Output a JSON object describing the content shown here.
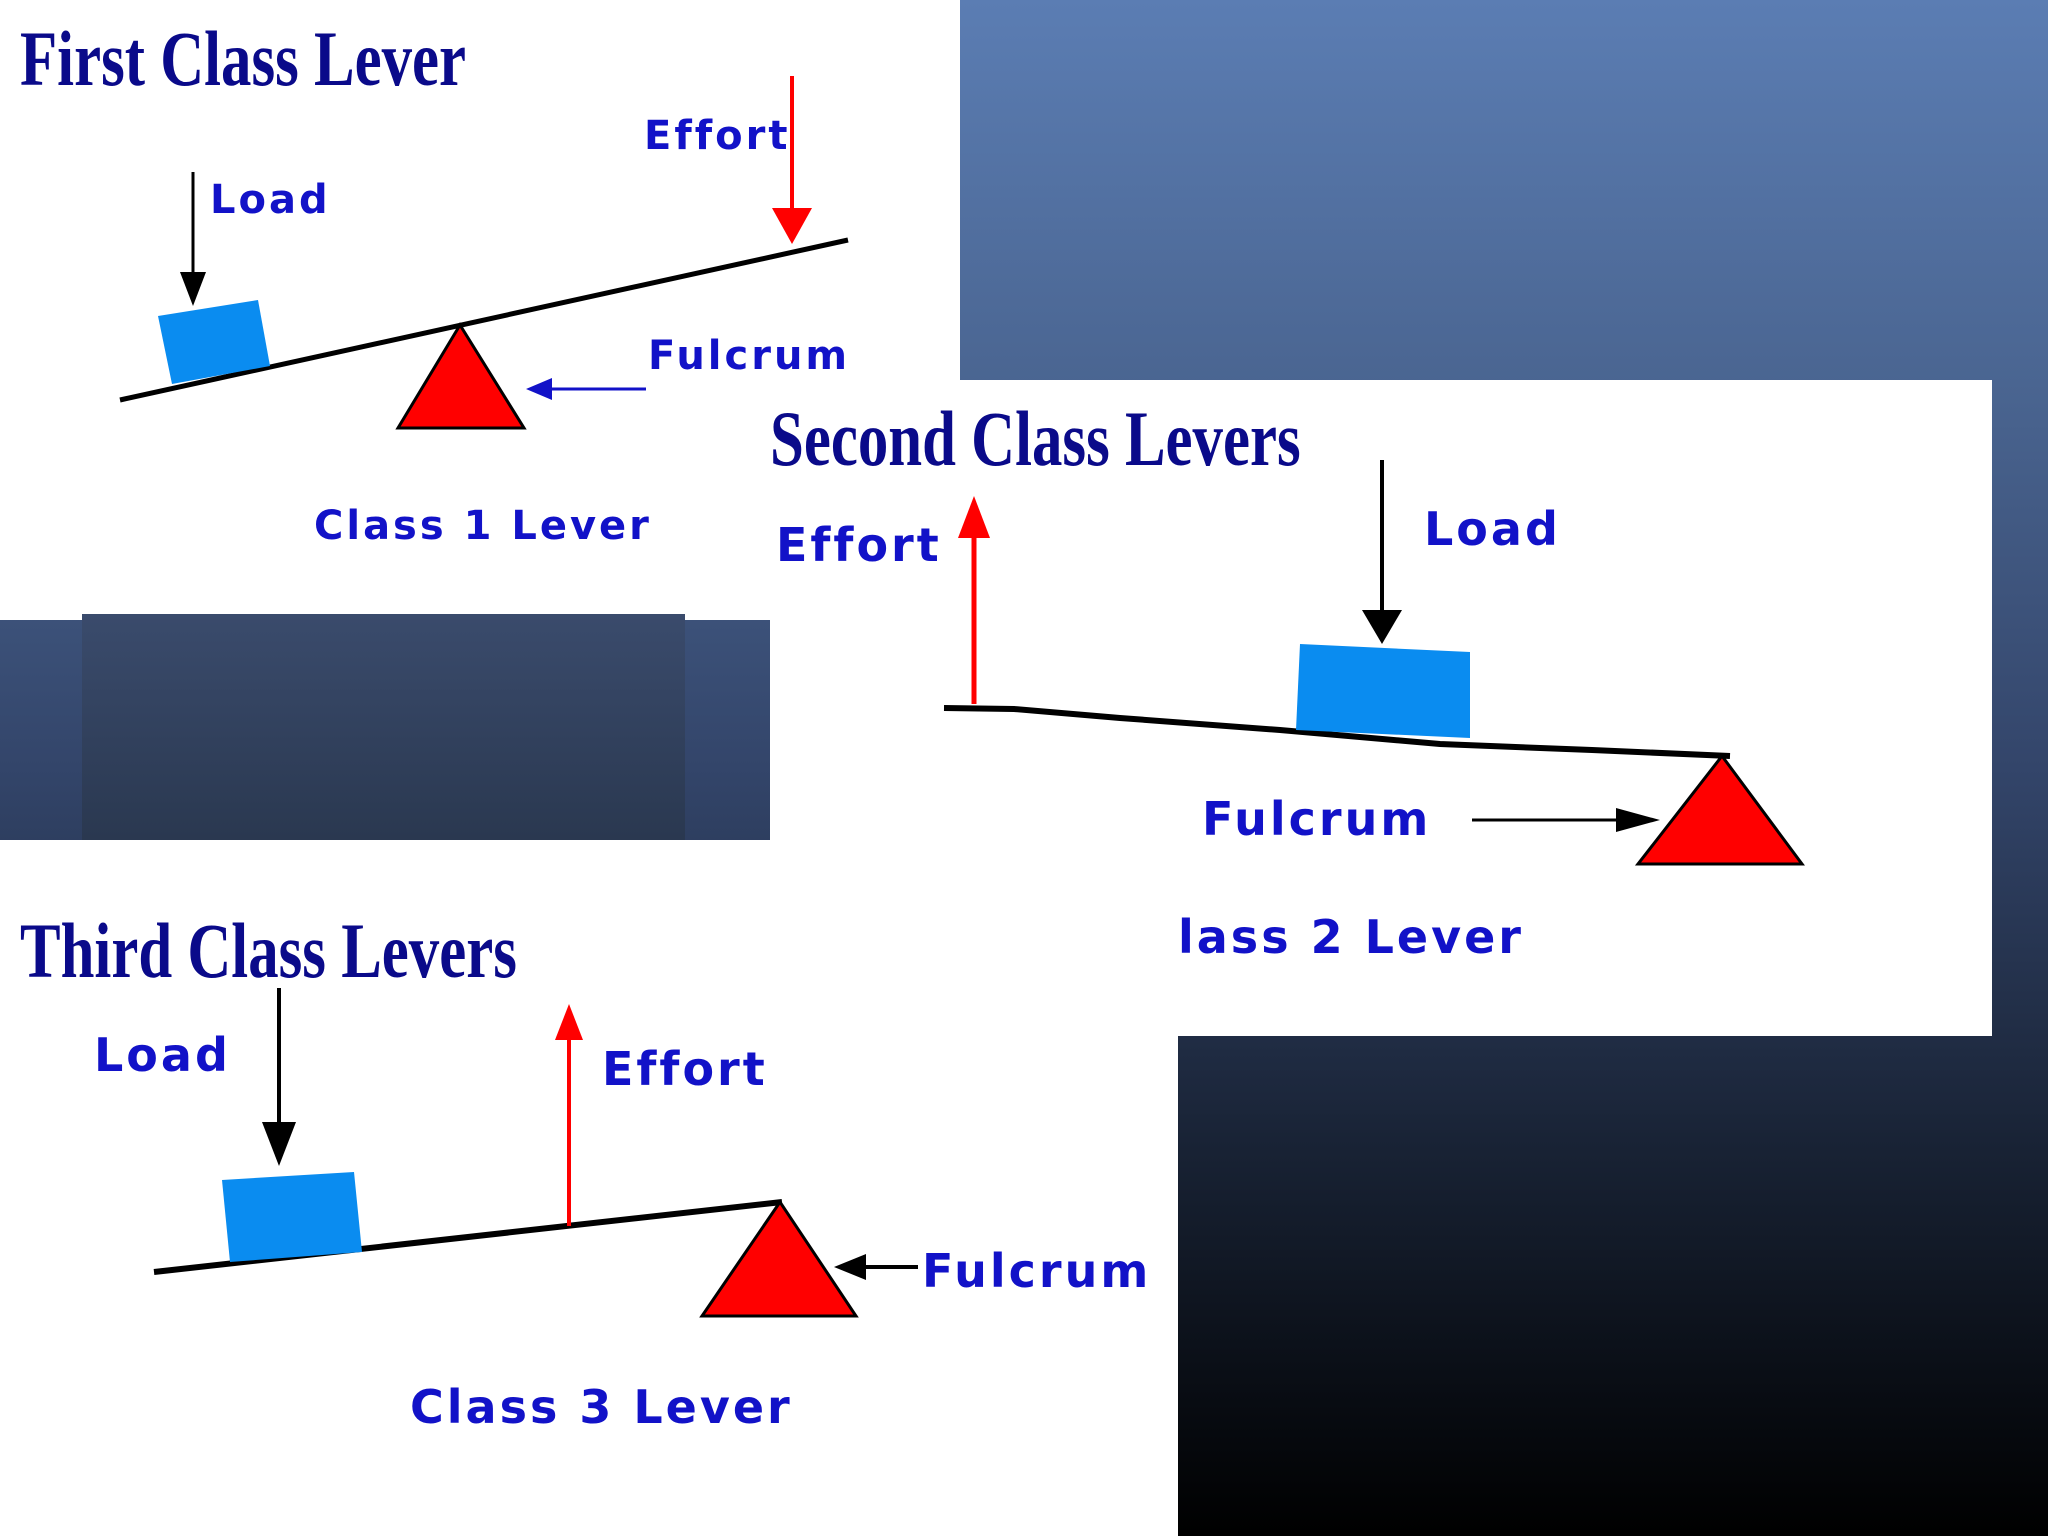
{
  "colors": {
    "heading": "#0a0a8a",
    "label": "#1212c8",
    "fulcrum": "#ff0000",
    "load_box": "#0a8cf0",
    "effort_arrow_red": "#ff0000",
    "lever_beam": "#000000",
    "bg_top": "#5b7db3",
    "bg_bottom": "#000000",
    "dark_box": "#2e3d58"
  },
  "first_class": {
    "title": "First Class Lever",
    "load_label": "Load",
    "effort_label": "Effort",
    "fulcrum_label": "Fulcrum",
    "caption": "Class 1 Lever"
  },
  "second_class": {
    "title": "Second Class Levers",
    "effort_label": "Effort",
    "load_label": "Load",
    "fulcrum_label": "Fulcrum",
    "caption": "lass 2 Lever"
  },
  "third_class": {
    "title": "Third Class Levers",
    "load_label": "Load",
    "effort_label": "Effort",
    "fulcrum_label": "Fulcrum",
    "caption": "Class 3 Lever"
  }
}
